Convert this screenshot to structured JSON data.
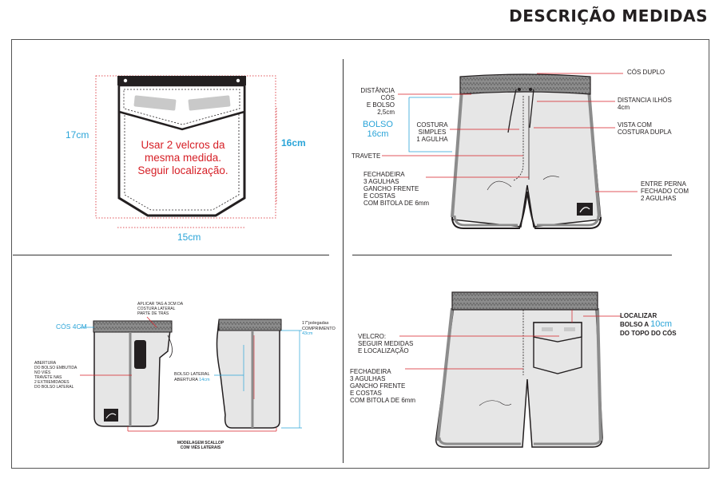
{
  "header": {
    "title": "DESCRIÇÃO MEDIDAS"
  },
  "colors": {
    "accent": "#2aa4d8",
    "leader": "#d61f26",
    "garment_fill": "#e6e6e6",
    "waistband": "#8c8c8c",
    "outline": "#231f20"
  },
  "pocket": {
    "height_label": "17cm",
    "height_inner_label": "16cm",
    "width_label": "15cm",
    "note_line1": "Usar 2 velcros da",
    "note_line2": "mesma medida.",
    "note_line3": "Seguir localização."
  },
  "front": {
    "labels": {
      "cos_duplo": "CÓS DUPLO",
      "distancia_cos_1": "DISTÂNCIA CÓS",
      "distancia_cos_2": "E BOLSO 2,5cm",
      "distancia_ilhos_1": "DISTANCIA ILHÓS",
      "distancia_ilhos_2": "4cm",
      "bolso_1": "BOLSO",
      "bolso_2": "16cm",
      "costura_1": "COSTURA",
      "costura_2": "SIMPLES",
      "costura_3": "1 AGULHA",
      "vista_1": "VISTA COM",
      "vista_2": "COSTURA DUPLA",
      "travete": "TRAVETE",
      "fech_1": "FECHADEIRA",
      "fech_2": "3 AGULHAS",
      "fech_3": "GANCHO FRENTE",
      "fech_4": "E COSTAS",
      "fech_5": "COM BITOLA DE 6mm",
      "entre_1": "ENTRE PERNA",
      "entre_2": "FECHADO COM",
      "entre_3": "2 AGULHAS"
    }
  },
  "side": {
    "labels": {
      "cos": "CÓS 4CM",
      "tag_1": "APLICAR TAG A 3CM DA",
      "tag_2": "COSTURA LATERAL",
      "tag_3": "PARTE DE TRÁS",
      "abert_1": "ABERTURA",
      "abert_2": "DO BOLSO EMBUTIDA",
      "abert_3": "NO VIÉS",
      "abert_4": "TRAVETE NAS",
      "abert_5": "2 EXTREMIDADES",
      "abert_6": "DO BOLSO LATERAL",
      "comp_1": "17\"polegadas",
      "comp_2": "COMPRIMENTO",
      "comp_3": "43cm",
      "bl_1": "BOLSO LATERAL",
      "bl_2": "ABERTURA",
      "bl_3": "14cm",
      "mod_1": "MODELAGEM SCALLOP",
      "mod_2": "COM VIÉS LATERAIS"
    }
  },
  "back": {
    "labels": {
      "loc_1": "LOCALIZAR",
      "loc_2a": "BOLSO A ",
      "loc_2b": "10cm",
      "loc_3": "DO TOPO DO CÓS",
      "velcro_1": "VELCRO:",
      "velcro_2": "SEGUIR MEDIDAS",
      "velcro_3": "E LOCALIZAÇÃO",
      "fech_1": "FECHADEIRA",
      "fech_2": "3 AGULHAS",
      "fech_3": "GANCHO FRENTE",
      "fech_4": "E COSTAS",
      "fech_5": "COM BITOLA DE 6mm"
    }
  }
}
